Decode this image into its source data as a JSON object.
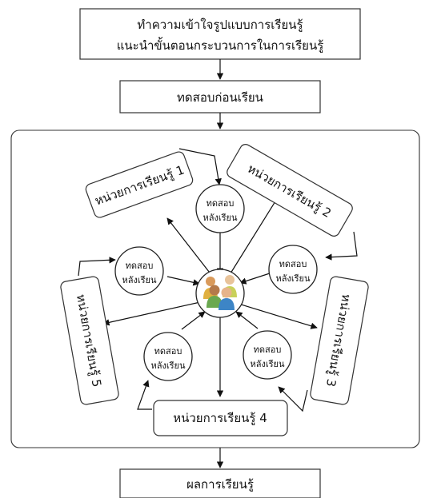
{
  "header": {
    "line1": "ทำความเข้าใจรูปแบบการเรียนรู้",
    "line2": "แนะนำขั้นตอนกระบวนการในการเรียนรู้"
  },
  "pretest": "ทดสอบก่อนเรียน",
  "units": {
    "u1": "หน่วยการเรียนรู้ 1",
    "u2": "หน่วยการเรียนรู้ 2",
    "u3": "หน่วยการเรียนรู้ 3",
    "u4": "หน่วยการเรียนรู้ 4",
    "u5": "หน่วยการเรียนรู้ 5"
  },
  "posttest": {
    "line1": "ทดสอบ",
    "line2": "หลังเรียน"
  },
  "center_icon": "group-of-learners-icon",
  "result": "ผลการเรียนรู้"
}
